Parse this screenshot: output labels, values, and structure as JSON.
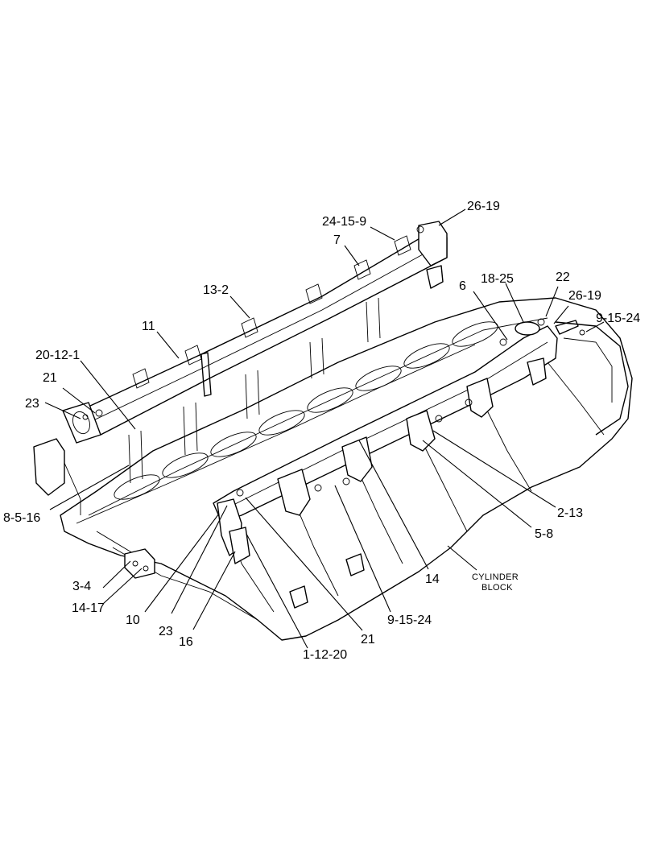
{
  "callouts": {
    "c_26_19_top": "26-19",
    "c_24_15_9": "24-15-9",
    "c_7": "7",
    "c_13_2": "13-2",
    "c_11": "11",
    "c_20_12_1": "20-12-1",
    "c_21_left": "21",
    "c_23_left": "23",
    "c_8_5_16": "8-5-16",
    "c_6": "6",
    "c_18_25": "18-25",
    "c_22": "22",
    "c_26_19_right": "26-19",
    "c_9_15_24_right": "9-15-24",
    "c_2_13": "2-13",
    "c_5_8": "5-8",
    "c_14": "14",
    "c_9_15_24_bottom": "9-15-24",
    "c_21_bottom": "21",
    "c_1_12_20": "1-12-20",
    "c_16": "16",
    "c_23_bottom": "23",
    "c_10": "10",
    "c_3_4": "3-4",
    "c_14_17": "14-17"
  },
  "block_label": {
    "line1": "CYLINDER",
    "line2": "BLOCK"
  }
}
